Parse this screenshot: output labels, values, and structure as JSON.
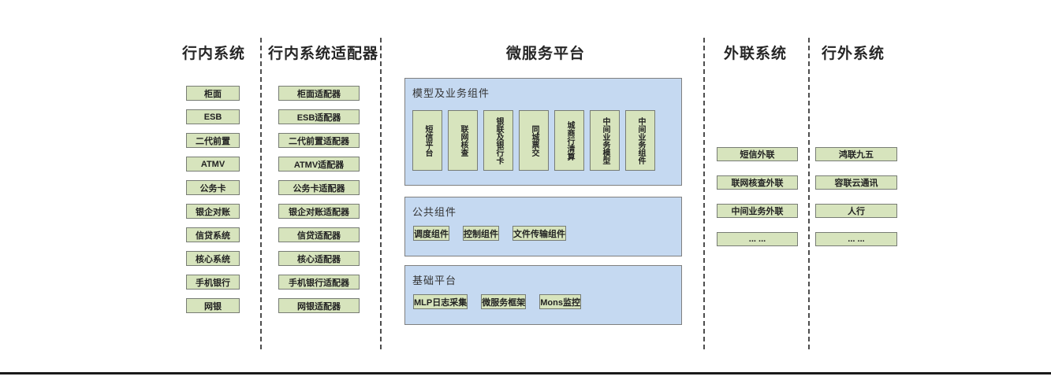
{
  "diagram": {
    "columns": [
      {
        "title": "行内系统",
        "items": [
          "柜面",
          "ESB",
          "二代前置",
          "ATMV",
          "公务卡",
          "银企对账",
          "信贷系统",
          "核心系统",
          "手机银行",
          "网银"
        ]
      },
      {
        "title": "行内系统适配器",
        "items": [
          "柜面适配器",
          "ESB适配器",
          "二代前置适配器",
          "ATMV适配器",
          "公务卡适配器",
          "银企对账适配器",
          "信贷适配器",
          "核心适配器",
          "手机银行适配器",
          "网银适配器"
        ]
      },
      {
        "title": "微服务平台",
        "panels": [
          {
            "label": "模型及业务组件",
            "items": [
              "短信平台",
              "联网核查",
              "银联及银行卡",
              "同城票交",
              "城商行清算",
              "中间业务模型",
              "中间业务组件"
            ]
          },
          {
            "label": "公共组件",
            "items": [
              "调度组件",
              "控制组件",
              "文件传输组件"
            ]
          },
          {
            "label": "基础平台",
            "items": [
              "MLP日志采集",
              "微服务框架",
              "Mons监控"
            ]
          }
        ]
      },
      {
        "title": "外联系统",
        "items": [
          "短信外联",
          "联网核查外联",
          "中间业务外联",
          "... ..."
        ]
      },
      {
        "title": "行外系统",
        "items": [
          "鸿联九五",
          "容联云通讯",
          "人行",
          "... ..."
        ]
      }
    ],
    "colors": {
      "box_fill": "#d7e4bd",
      "box_border": "#777c74",
      "panel_fill": "#c5d9f1",
      "panel_border": "#7f7f7f",
      "separator": "#4d4d4d"
    }
  }
}
